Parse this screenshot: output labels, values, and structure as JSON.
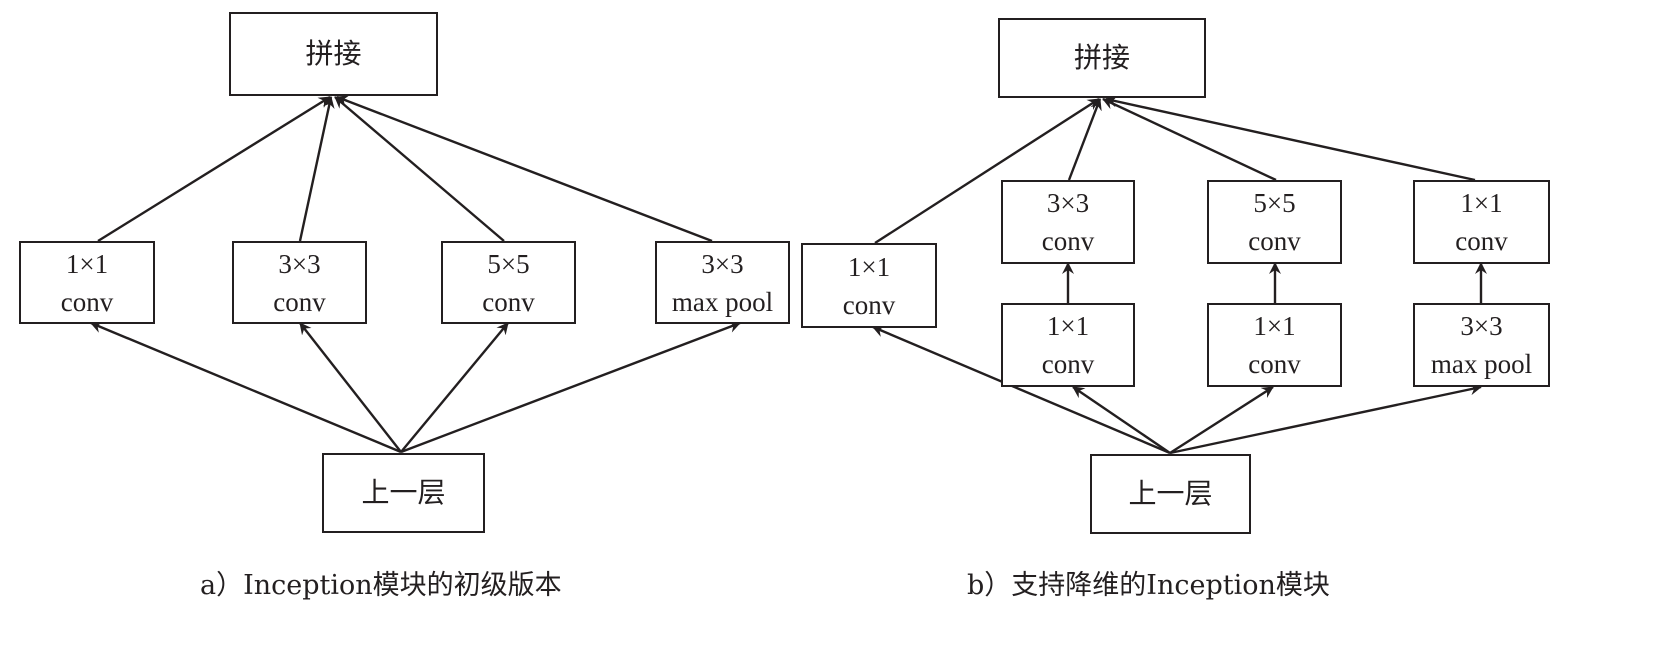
{
  "diagrams": [
    {
      "id": "a",
      "caption": "a）Inception模块的初级版本",
      "concat": "拼接",
      "previous_layer": "上一层",
      "branches": [
        {
          "top": [
            "1×1",
            "conv"
          ]
        },
        {
          "top": [
            "3×3",
            "conv"
          ]
        },
        {
          "top": [
            "5×5",
            "conv"
          ]
        },
        {
          "top": [
            "3×3",
            "max pool"
          ]
        }
      ]
    },
    {
      "id": "b",
      "caption": "b）支持降维的Inception模块",
      "concat": "拼接",
      "previous_layer": "上一层",
      "branches": [
        {
          "top": [
            "1×1",
            "conv"
          ]
        },
        {
          "top": [
            "3×3",
            "conv"
          ],
          "bottom": [
            "1×1",
            "conv"
          ]
        },
        {
          "top": [
            "5×5",
            "conv"
          ],
          "bottom": [
            "1×1",
            "conv"
          ]
        },
        {
          "top": [
            "1×1",
            "conv"
          ],
          "bottom": [
            "3×3",
            "max pool"
          ]
        }
      ]
    }
  ],
  "colors": {
    "stroke": "#231f20",
    "background": "#ffffff"
  }
}
